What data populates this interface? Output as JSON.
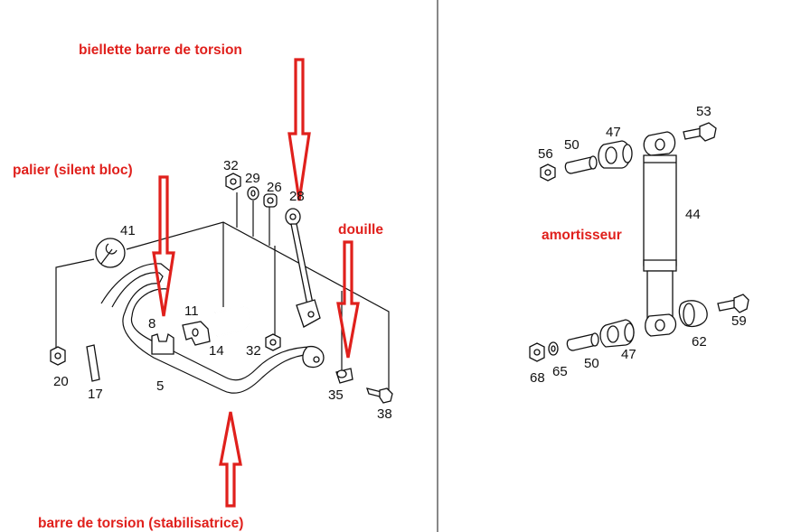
{
  "colors": {
    "annotation": "#e0201c",
    "lineart": "#111111",
    "background": "#ffffff"
  },
  "annotations": {
    "biellette": "biellette barre de torsion",
    "palier": "palier (silent bloc)",
    "douille": "douille",
    "barre": "barre de torsion (stabilisatrice)",
    "amortisseur": "amortisseur"
  },
  "part_numbers": {
    "p32a": "32",
    "p29": "29",
    "p26": "26",
    "p28": "28",
    "p41": "41",
    "p11": "11",
    "p8": "8",
    "p14": "14",
    "p32b": "32",
    "p20": "20",
    "p17": "17",
    "p5": "5",
    "p35": "35",
    "p38": "38",
    "p53": "53",
    "p56": "56",
    "p50a": "50",
    "p47a": "47",
    "p44": "44",
    "p59": "59",
    "p62": "62",
    "p68": "68",
    "p65": "65",
    "p50b": "50",
    "p47b": "47"
  }
}
